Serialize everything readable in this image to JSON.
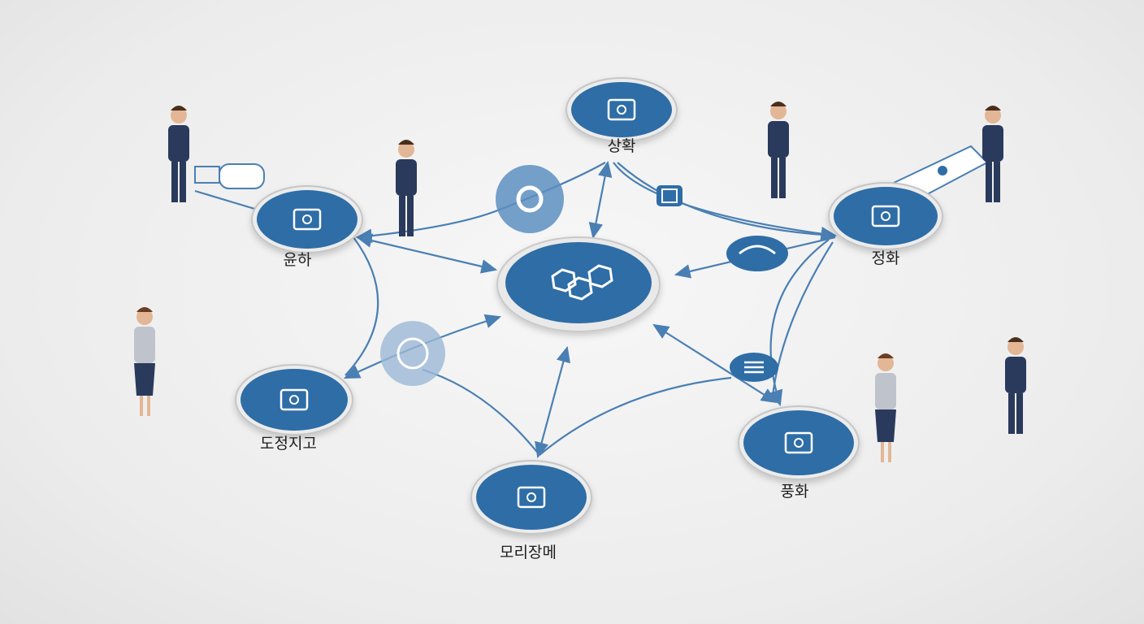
{
  "colors": {
    "node": "#2f6da6",
    "line": "#4a7fb3",
    "ring": "#d6d6d6",
    "suit": "#2a3a5c"
  },
  "nodes": [
    {
      "id": "top",
      "label": "상확",
      "icon": "camera-icon"
    },
    {
      "id": "left",
      "label": "윤하",
      "icon": "document-icon"
    },
    {
      "id": "right",
      "label": "정화",
      "icon": "layers-icon"
    },
    {
      "id": "lower-left",
      "label": "도정지고",
      "icon": "tablet-icon"
    },
    {
      "id": "bottom",
      "label": "모리장메",
      "icon": "tree-icon"
    },
    {
      "id": "lower-right",
      "label": "풍화",
      "icon": "envelope-icon"
    }
  ],
  "center": {
    "icon": "hexagon-network-icon"
  }
}
